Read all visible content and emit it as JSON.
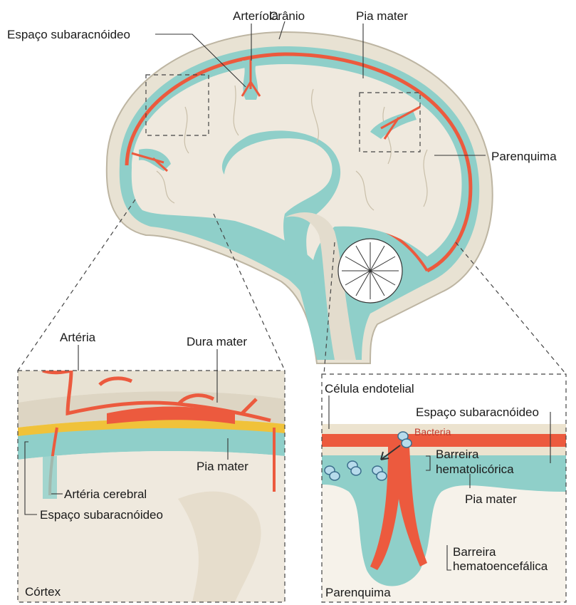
{
  "labels": {
    "arteriola": "Arteríola",
    "cranio": "Crânio",
    "pia_top": "Pia mater",
    "espaco_top": "Espaço subaracnóideo",
    "parenquima_right": "Parenquima",
    "arteria": "Artéria",
    "dura": "Dura mater",
    "pia_left": "Pia mater",
    "arteria_cerebral": "Artéria cerebral",
    "espaco_left": "Espaço subaracnóideo",
    "cortex": "Córtex",
    "celula": "Célula endotelial",
    "espaco_right": "Espaço subaracnóideo",
    "bacteria": "Bacteria",
    "barreira1_a": "Barreira",
    "barreira1_b": "hematolicórica",
    "pia_right": "Pia mater",
    "barreira2_a": "Barreira",
    "barreira2_b": "hematoencefálica",
    "parenquima_bottom": "Parenquima"
  },
  "colors": {
    "skull": "#e8e2d3",
    "brain": "#efe9de",
    "csf": "#8fcfc9",
    "vessel": "#ec5a3e",
    "dura_line": "#f0c23a"
  }
}
